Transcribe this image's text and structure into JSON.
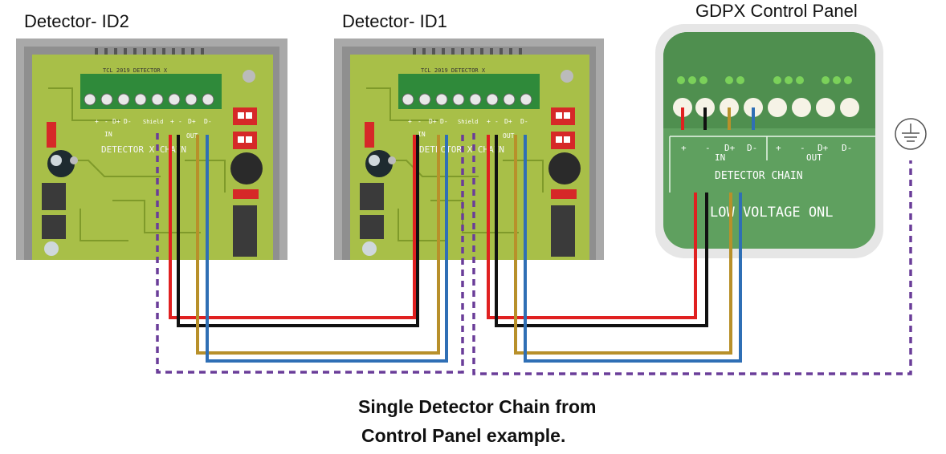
{
  "titles": {
    "detector_id2": "Detector- ID2",
    "detector_id1": "Detector- ID1",
    "control_panel": "GDPX Control Panel"
  },
  "detector_board": {
    "chain_label": "DETECTOR X CHAIN",
    "in_label": "IN",
    "out_label": "OUT",
    "shield_label": "Shield",
    "terminals_in": [
      "+",
      "-",
      "D+",
      "D-"
    ],
    "terminals_out": [
      "+",
      "-",
      "D+",
      "D-"
    ],
    "board_text": "TCL 2019 DETECTOR X"
  },
  "control_panel": {
    "terminals": [
      "+",
      "-",
      "D+",
      "D-",
      "+",
      "-",
      "D+",
      "D-"
    ],
    "in_label": "IN",
    "out_label": "OUT",
    "chain_label": "DETECTOR CHAIN",
    "voltage_label": "LOW VOLTAGE ONL"
  },
  "wire_colors": {
    "positive": "#e02020",
    "negative": "#111111",
    "data_plus": "#b8902a",
    "data_minus": "#2f6fb5",
    "shield": "#6a3d99"
  },
  "icons": [
    "ground-icon"
  ],
  "caption": {
    "line1": "Single Detector Chain from",
    "line2": "Control Panel example."
  }
}
